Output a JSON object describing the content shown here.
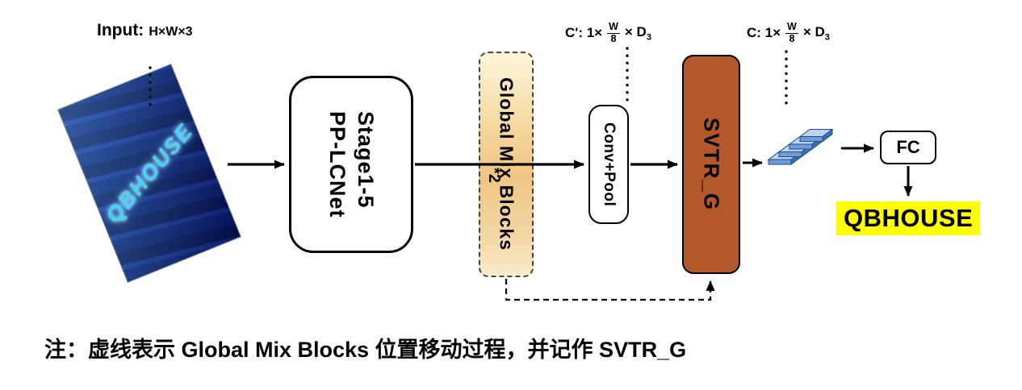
{
  "input": {
    "label": "Input:",
    "dims": "H×W×3",
    "image_text": "QBHOUSE"
  },
  "blocks": {
    "pp_lcnet_line1": "PP-LCNet",
    "pp_lcnet_line2": "Stage1-5",
    "global_mix_label": "Global Mix Blocks",
    "global_mix_multiplier": "*2",
    "conv_pool_label": "Conv+Pool",
    "svtr_label": "SVTR_G",
    "fc_label": "FC"
  },
  "annotations": {
    "c_prime": {
      "prefix": "C': 1×",
      "frac_num": "W",
      "frac_den": "8",
      "suffix": "× D",
      "subscript": "3"
    },
    "c": {
      "prefix": "C: 1×",
      "frac_num": "W",
      "frac_den": "8",
      "suffix": "× D",
      "subscript": "3"
    }
  },
  "output": {
    "text": "QBHOUSE"
  },
  "note": "注：虚线表示 Global Mix Blocks 位置移动过程，并记作 SVTR_G",
  "colors": {
    "svtr_fill": "#b3582a",
    "global_mix_fill": "#efc582",
    "output_highlight": "#ffff00",
    "feature_map_fill": "#6f9cd6",
    "input_image_text": "#3fd4ff",
    "arrow": "#000000"
  }
}
